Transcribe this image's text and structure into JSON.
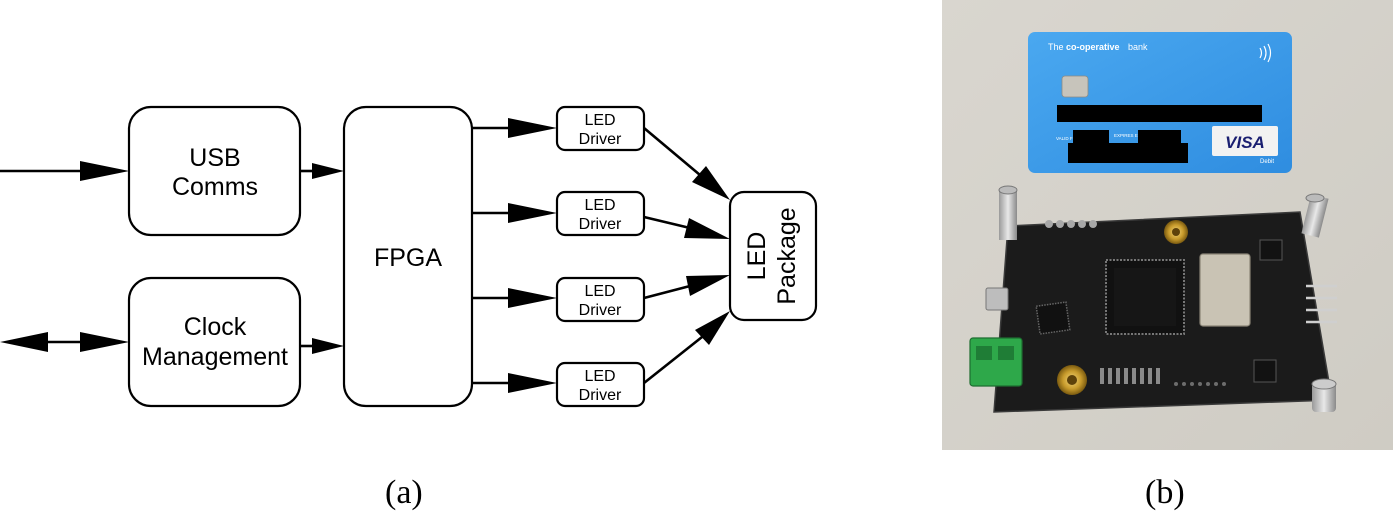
{
  "diagram": {
    "usb_line1": "USB",
    "usb_line2": "Comms",
    "clock_line1": "Clock",
    "clock_line2": "Management",
    "fpga": "FPGA",
    "drivers": [
      {
        "line1": "LED",
        "line2": "Driver"
      },
      {
        "line1": "LED",
        "line2": "Driver"
      },
      {
        "line1": "LED",
        "line2": "Driver"
      },
      {
        "line1": "LED",
        "line2": "Driver"
      }
    ],
    "package_line1": "LED",
    "package_line2": "Package"
  },
  "photo": {
    "card_bank_prefix": "The",
    "card_bank_name": "co-operative",
    "card_bank_suffix": "bank",
    "card_network": "VISA",
    "card_type": "Debit",
    "card_valid_from": "VALID FROM",
    "card_expires_end": "EXPIRES END",
    "card_color": "#3b9be8",
    "pcb_color": "#1c1c1c",
    "connector_color": "#2ea84a"
  },
  "captions": {
    "a": "(a)",
    "b": "(b)"
  }
}
